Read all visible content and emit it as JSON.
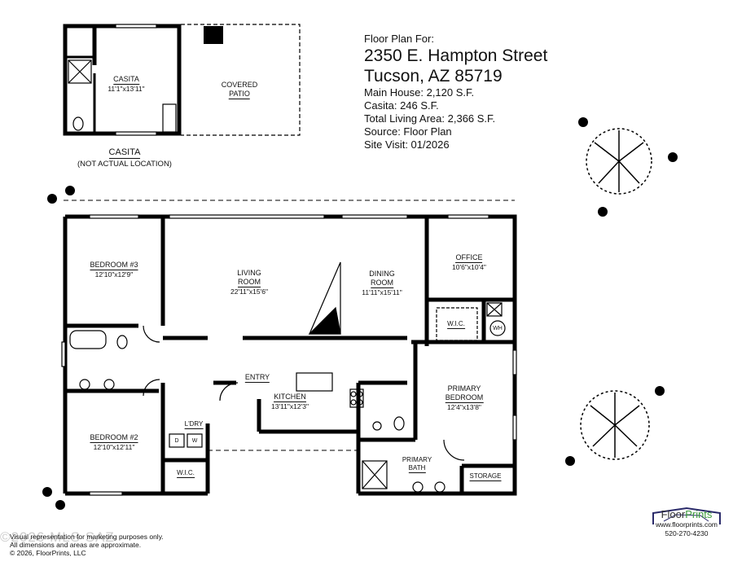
{
  "header": {
    "intro": "Floor Plan For:",
    "address_line1": "2350 E. Hampton Street",
    "address_line2": "Tucson, AZ  85719",
    "main_house": "Main House:  2,120 S.F.",
    "casita": "Casita:  246 S.F.",
    "total": "Total Living Area:  2,366 S.F.",
    "source": "Source:  Floor Plan",
    "site_visit": "Site Visit:  01/2026"
  },
  "casita": {
    "room_name": "CASITA",
    "room_dim": "11'1\"x13'11\"",
    "patio_line1": "COVERED",
    "patio_line2": "PATIO",
    "caption": "CASITA",
    "caption_note": "(NOT ACTUAL LOCATION)"
  },
  "rooms": {
    "bedroom3": {
      "name": "BEDROOM #3",
      "dim": "12'10\"x12'9\""
    },
    "living": {
      "name1": "LIVING",
      "name2": "ROOM",
      "dim": "22'11\"x15'6\""
    },
    "dining": {
      "name1": "DINING",
      "name2": "ROOM",
      "dim": "11'11\"x15'11\""
    },
    "office": {
      "name": "OFFICE",
      "dim": "10'6\"x10'4\""
    },
    "wic_primary": "W.I.C.",
    "water_heater": "WH",
    "entry": "ENTRY",
    "kitchen": {
      "name": "KITCHEN",
      "dim": "13'11\"x12'3\""
    },
    "primary_bedroom": {
      "name1": "PRIMARY",
      "name2": "BEDROOM",
      "dim": "12'4\"x13'8\""
    },
    "laundry": "L'DRY",
    "dryer": "D",
    "washer": "W",
    "bedroom2": {
      "name": "BEDROOM #2",
      "dim": "12'10\"x12'11\""
    },
    "wic_bed2": "W.I.C.",
    "primary_bath": {
      "name1": "PRIMARY",
      "name2": "BATH"
    },
    "storage": "STORAGE"
  },
  "footer": {
    "disclaimer1": "Visual representation for marketing purposes only.",
    "disclaimer2": "All dimensions and areas are approximate.",
    "copyright": "© 2026, FloorPrints, LLC",
    "watermark": "©2026 MLS SAZ"
  },
  "logo": {
    "brand_a": "Floor",
    "brand_b": "Prints",
    "website": "www.floorprints.com",
    "phone": "520-270-4230",
    "colors": {
      "navy": "#2a2a6a",
      "green": "#3c9a3c"
    }
  }
}
